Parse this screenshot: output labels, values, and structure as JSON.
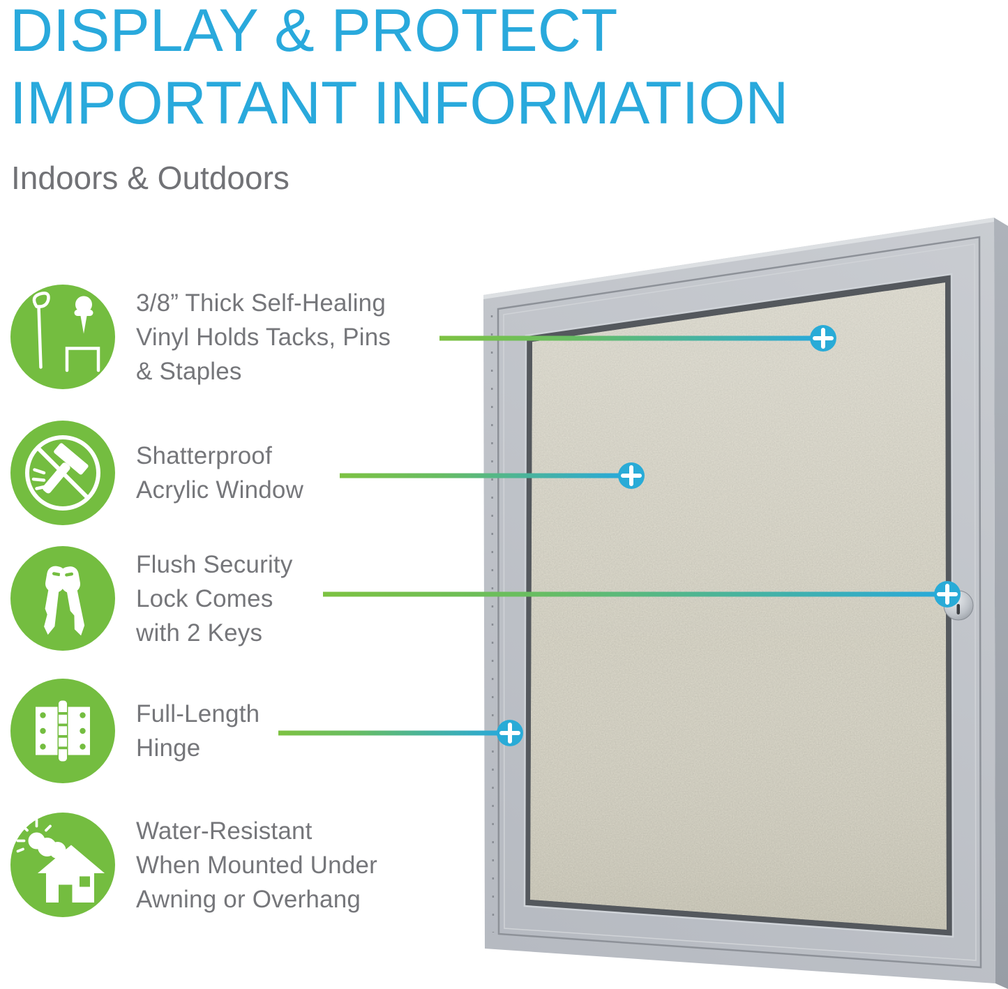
{
  "header": {
    "title_line1": "DISPLAY & PROTECT",
    "title_line2": "IMPORTANT INFORMATION",
    "subtitle": "Indoors & Outdoors"
  },
  "features": [
    {
      "icon": "tack-pin-icon",
      "label": "3/8” Thick Self-Healing\nVinyl Holds Tacks, Pins\n& Staples",
      "has_callout": true
    },
    {
      "icon": "no-hammer-icon",
      "label": "Shatterproof\nAcrylic Window",
      "has_callout": true
    },
    {
      "icon": "keys-icon",
      "label": "Flush Security\nLock Comes\nwith 2 Keys",
      "has_callout": true
    },
    {
      "icon": "hinge-icon",
      "label": "Full-Length\nHinge",
      "has_callout": true
    },
    {
      "icon": "house-sun-icon",
      "label": "Water-Resistant\nWhen Mounted Under\nAwning or Overhang",
      "has_callout": false
    }
  ],
  "colors": {
    "accent_blue": "#29a9dc",
    "accent_green": "#74bd40",
    "text_gray": "#75767a",
    "subtitle_gray": "#717276",
    "marker_blue": "#29abd7",
    "frame_gray": "#c1c5cb",
    "vinyl_beige": "#d6d3c5",
    "callout_gradient_start": "#7dc242",
    "callout_gradient_end": "#29a9d8"
  }
}
